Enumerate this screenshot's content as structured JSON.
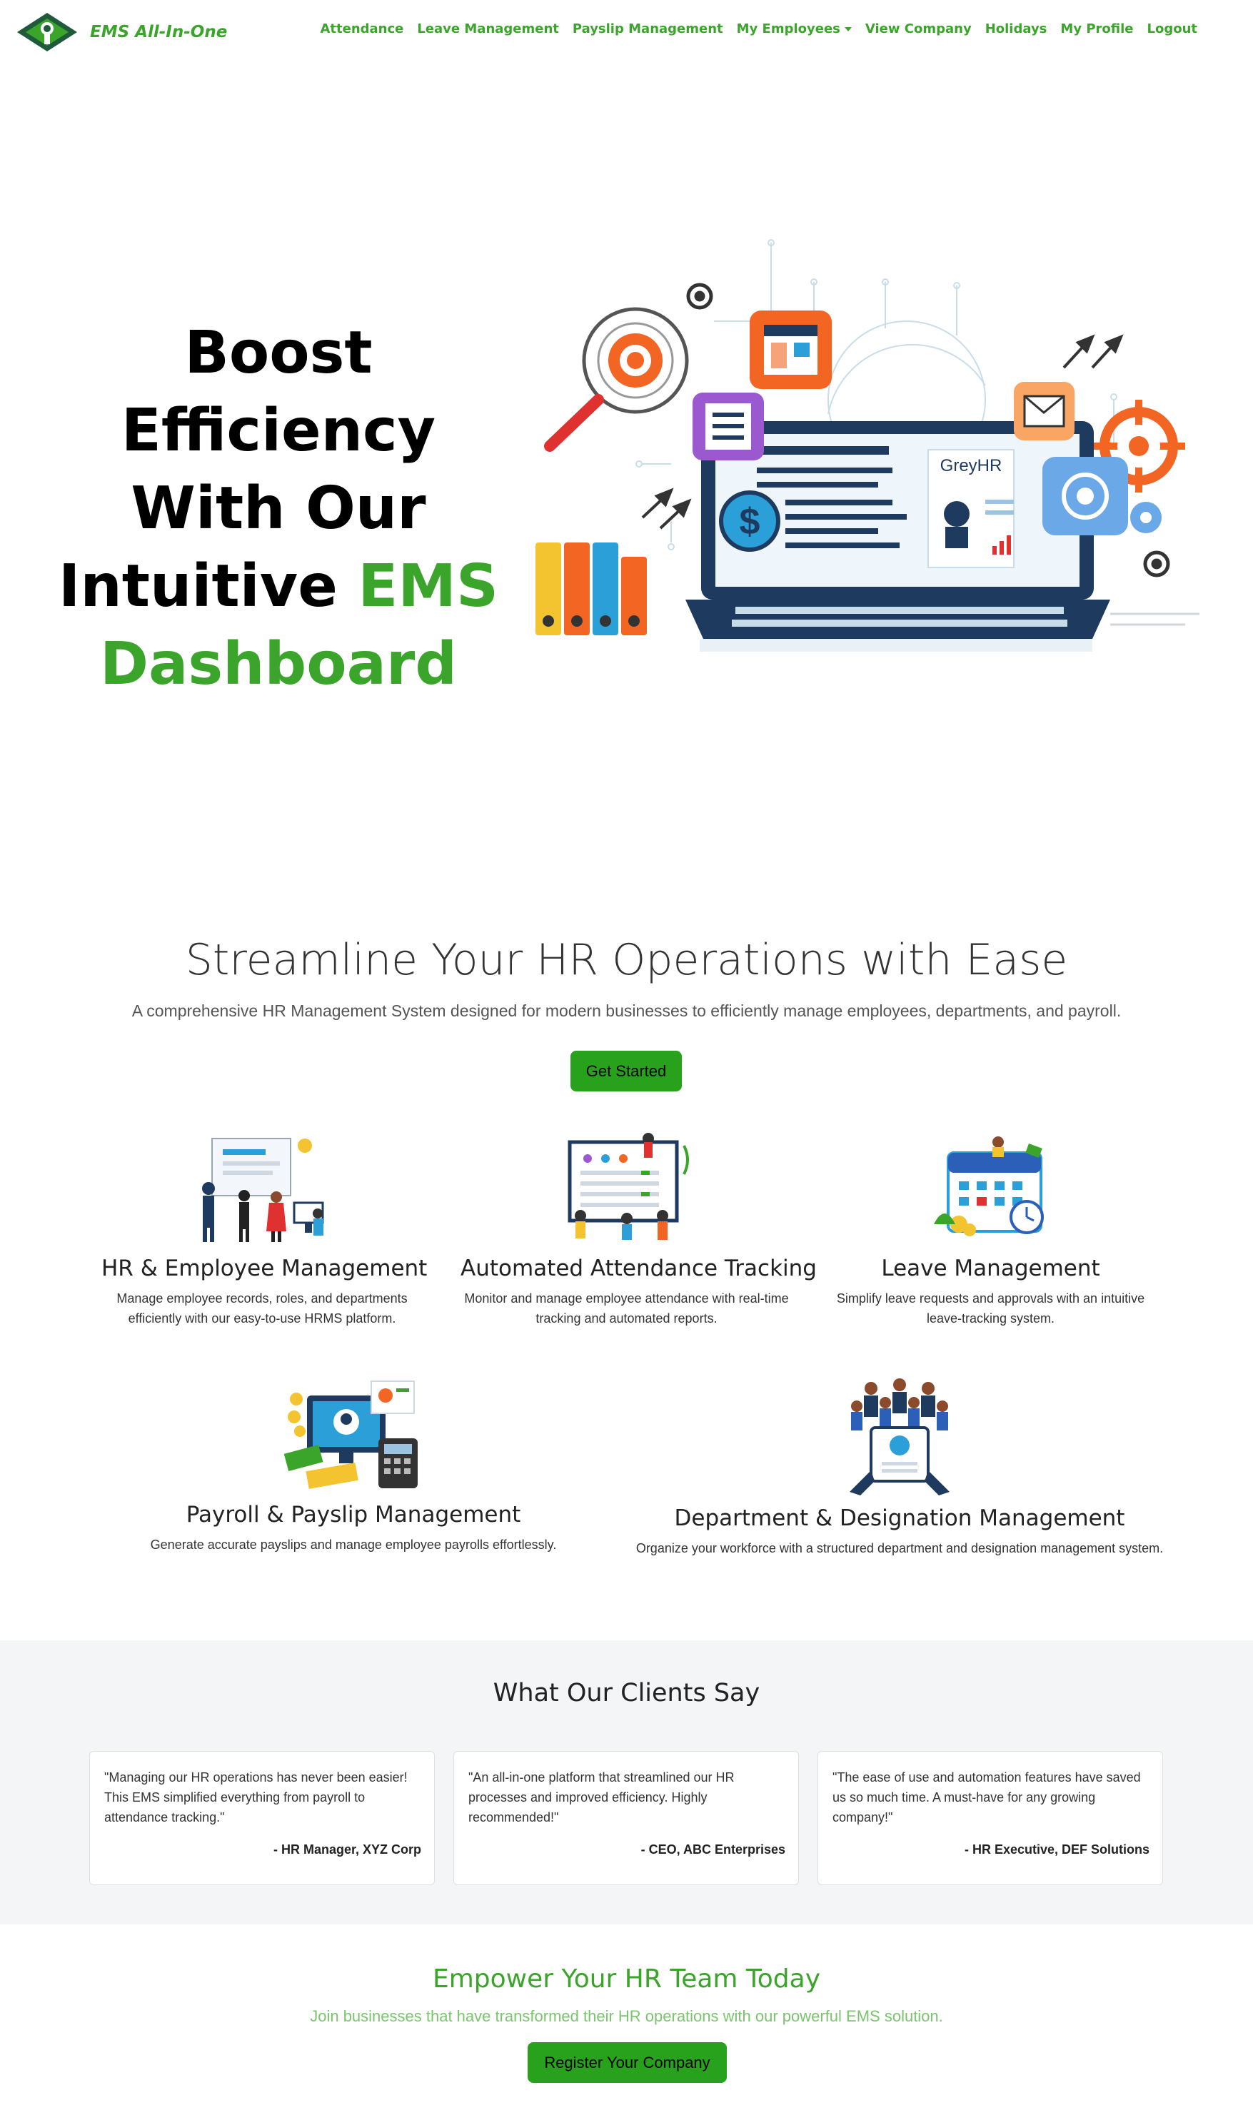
{
  "brand": {
    "name": "EMS All-In-One",
    "icon": "ems-logo-icon"
  },
  "nav": {
    "items": [
      "Attendance",
      "Leave Management",
      "Payslip Management",
      "My Employees",
      "View Company",
      "Holidays",
      "My Profile",
      "Logout"
    ],
    "dropdown_item_index": 3
  },
  "hero": {
    "title_line1": "Boost Efficiency",
    "title_line2": "With Our",
    "title_line3_plain": "Intuitive",
    "title_line3_accent": "EMS",
    "title_line4_accent": "Dashboard",
    "illustration_label": "GreyHR",
    "illustration_icons": [
      "target-icon",
      "calendar-icon",
      "checklist-icon",
      "mail-icon",
      "settings-icon",
      "dollar-icon",
      "laptop-icon",
      "folders-icon"
    ]
  },
  "intro": {
    "title": "Streamline Your HR Operations with Ease",
    "subtitle": "A comprehensive HR Management System designed for modern businesses to efficiently manage employees, departments, and payroll.",
    "button_label": "Get Started"
  },
  "features": [
    {
      "title": "HR & Employee Management",
      "desc": "Manage employee records, roles, and departments efficiently with our easy-to-use HRMS platform.",
      "icon": "team-presentation-icon"
    },
    {
      "title": "Automated Attendance Tracking",
      "desc": "Monitor and manage employee attendance with real-time tracking and automated reports.",
      "icon": "attendance-board-icon"
    },
    {
      "title": "Leave Management",
      "desc": "Simplify leave requests and approvals with an intuitive leave-tracking system.",
      "icon": "leave-calendar-icon"
    },
    {
      "title": "Payroll & Payslip Management",
      "desc": "Generate accurate payslips and manage employee payrolls effortlessly.",
      "icon": "payroll-computer-icon"
    },
    {
      "title": "Department & Designation Management",
      "desc": "Organize your workforce with a structured department and designation management system.",
      "icon": "department-people-icon"
    }
  ],
  "testimonials": {
    "heading": "What Our Clients Say",
    "items": [
      {
        "quote": "\"Managing our HR operations has never been easier! This EMS simplified everything from payroll to attendance tracking.\"",
        "author": "- HR Manager, XYZ Corp"
      },
      {
        "quote": "\"An all-in-one platform that streamlined our HR processes and improved efficiency. Highly recommended!\"",
        "author": "- CEO, ABC Enterprises"
      },
      {
        "quote": "\"The ease of use and automation features have saved us so much time. A must-have for any growing company!\"",
        "author": "- HR Executive, DEF Solutions"
      }
    ]
  },
  "cta": {
    "title": "Empower Your HR Team Today",
    "subtitle": "Join businesses that have transformed their HR operations with our powerful EMS solution.",
    "button_label": "Register Your Company"
  },
  "colors": {
    "brand_green": "#3aa52a",
    "button_green": "#28a11d",
    "band_gray": "#f4f5f7",
    "accent_orange": "#f26522",
    "accent_blue": "#2b9fd8"
  }
}
